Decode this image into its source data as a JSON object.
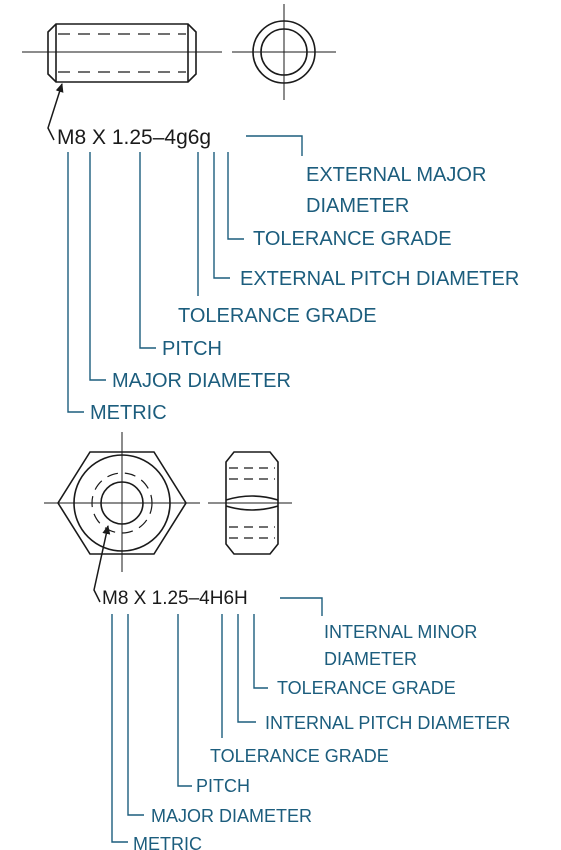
{
  "external_thread": {
    "designation": "M8 X 1.25–4g6g",
    "callouts": [
      "EXTERNAL MAJOR",
      "DIAMETER",
      "TOLERANCE GRADE",
      "EXTERNAL PITCH DIAMETER",
      "TOLERANCE GRADE",
      "PITCH",
      "MAJOR DIAMETER",
      "METRIC"
    ]
  },
  "internal_thread": {
    "designation": "M8 X 1.25–4H6H",
    "callouts": [
      "INTERNAL MINOR",
      "DIAMETER",
      "TOLERANCE GRADE",
      "INTERNAL PITCH DIAMETER",
      "TOLERANCE GRADE",
      "PITCH",
      "MAJOR DIAMETER",
      "METRIC"
    ]
  },
  "colors": {
    "drawing": "#1a1a1a",
    "callout": "#1c5d7d"
  }
}
